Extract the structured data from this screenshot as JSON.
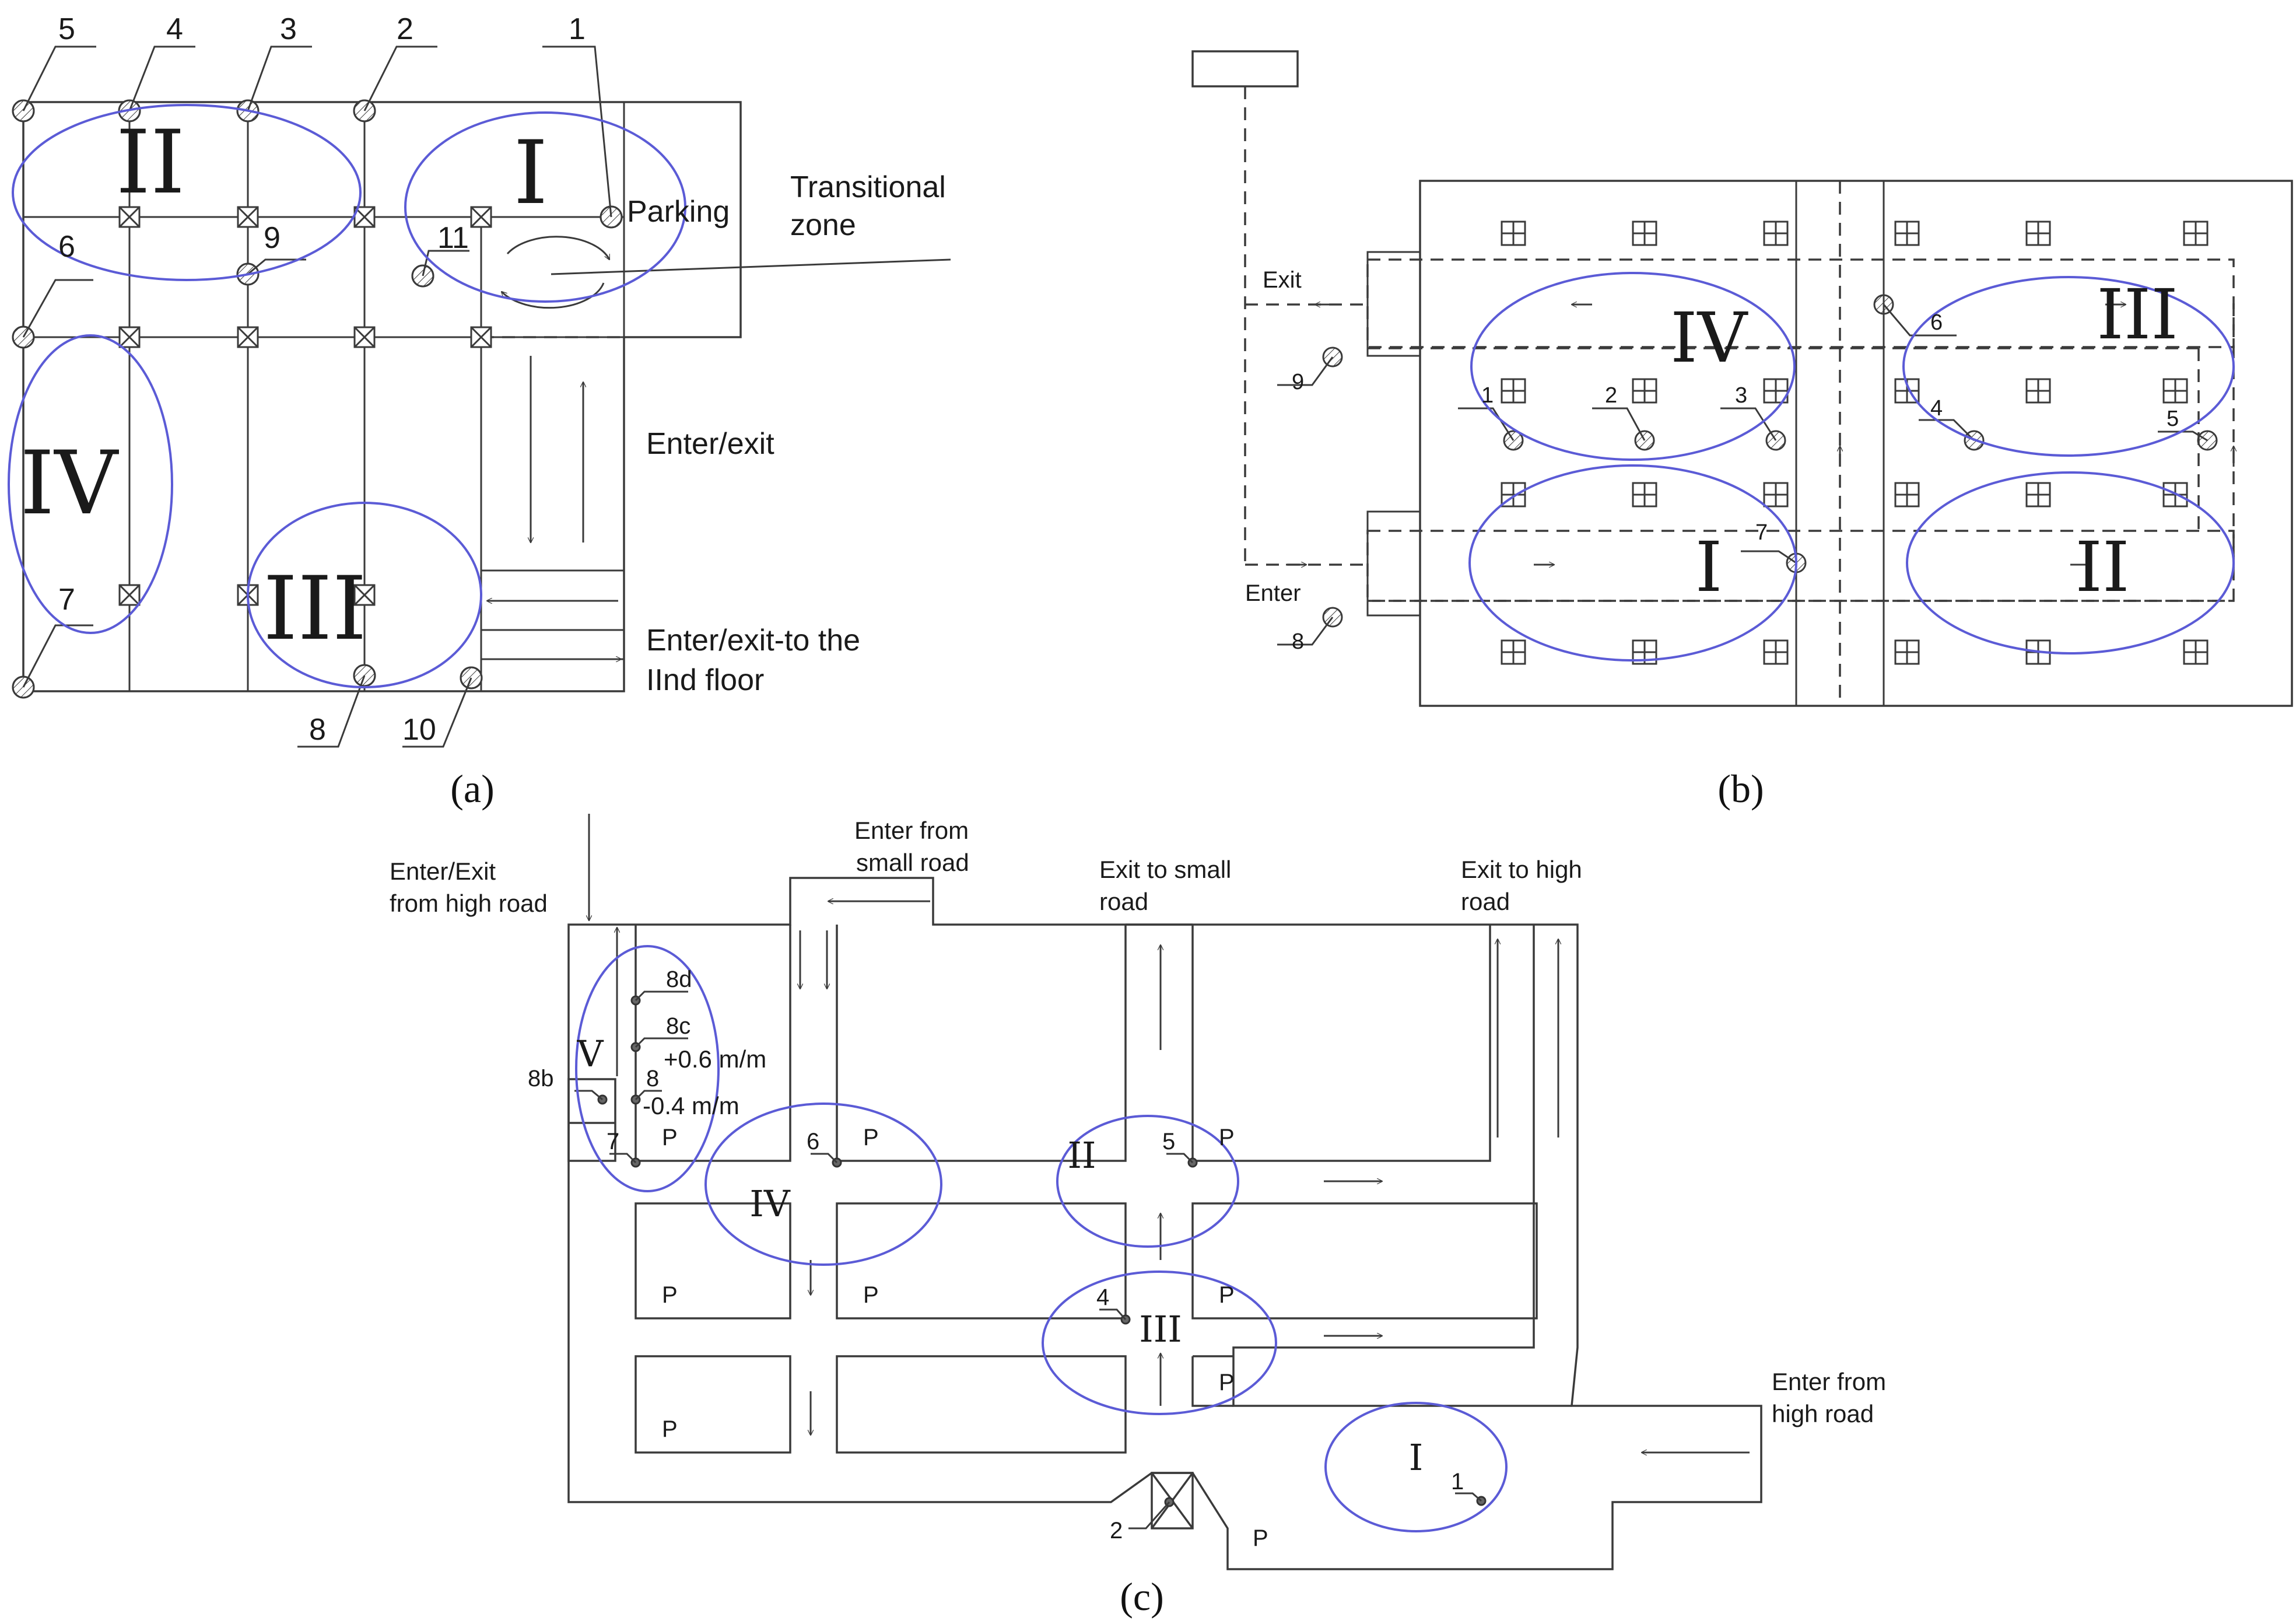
{
  "panel_a": {
    "caption": "(a)",
    "zones": [
      "I",
      "II",
      "III",
      "IV"
    ],
    "sensor_labels": [
      "1",
      "2",
      "3",
      "4",
      "5",
      "6",
      "7",
      "8",
      "9",
      "10",
      "11"
    ],
    "parking": "Parking",
    "transitional_1": "Transitional",
    "transitional_2": "zone",
    "enter_exit": "Enter/exit",
    "enter_exit_floor_1": "Enter/exit-to the",
    "enter_exit_floor_2": "IInd floor"
  },
  "panel_b": {
    "caption": "(b)",
    "zones": [
      "I",
      "II",
      "III",
      "IV"
    ],
    "sensor_labels": [
      "1",
      "2",
      "3",
      "4",
      "5",
      "6",
      "7",
      "8",
      "9"
    ],
    "exit": "Exit",
    "enter": "Enter"
  },
  "panel_c": {
    "caption": "(c)",
    "zones": [
      "I",
      "II",
      "III",
      "IV",
      "V"
    ],
    "sensor_labels": [
      "1",
      "2",
      "4",
      "5",
      "6",
      "7",
      "8",
      "8b",
      "8c",
      "8d"
    ],
    "parking_mark": "P",
    "enter_exit_high_1": "Enter/Exit",
    "enter_exit_high_2": "from high road",
    "enter_small_1": "Enter from",
    "enter_small_2": "small road",
    "exit_small_1": "Exit to small",
    "exit_small_2": "road",
    "exit_high_1": "Exit to high",
    "exit_high_2": "road",
    "enter_high_1": "Enter from",
    "enter_high_2": "high road",
    "plus_slope": "+0.6 m/m",
    "minus_slope": "-0.4 m/m"
  }
}
